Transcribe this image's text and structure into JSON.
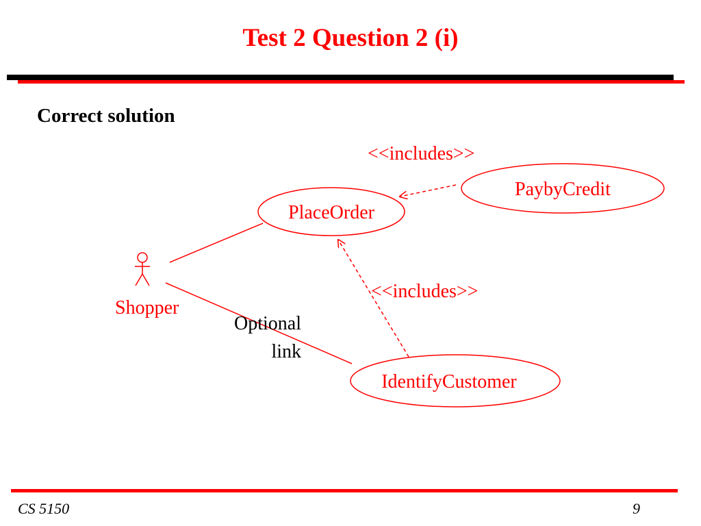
{
  "slide": {
    "title": "Test 2 Question 2 (i)",
    "subtitle": "Correct solution",
    "footer_left": "CS 5150",
    "page_number": "9"
  },
  "diagram": {
    "actor": {
      "label": "Shopper"
    },
    "use_cases": {
      "place_order": "PlaceOrder",
      "pay_by_credit": "PaybyCredit",
      "identify_customer": "IdentifyCustomer"
    },
    "relations": {
      "includes_top": "<<includes>>",
      "includes_middle": "<<includes>>",
      "optional_line1": "Optional",
      "optional_line2": "link"
    }
  },
  "colors": {
    "accent": "#ff0000",
    "text": "#000000",
    "rule": "#000000"
  }
}
